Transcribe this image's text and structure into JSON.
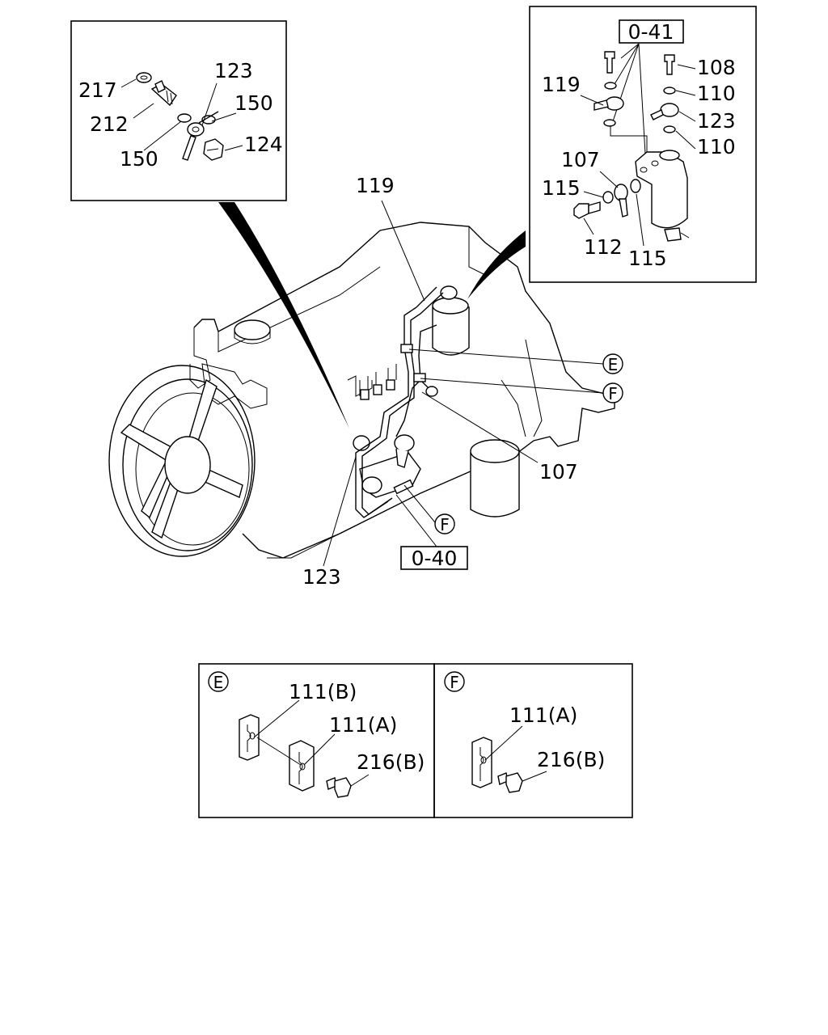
{
  "detail_top_left": {
    "labels": {
      "p217": "217",
      "p212": "212",
      "p123": "123",
      "p150a": "150",
      "p150b": "150",
      "p124": "124"
    }
  },
  "detail_top_right": {
    "ref": "0-41",
    "labels": {
      "p108": "108",
      "p110a": "110",
      "p119": "119",
      "p123": "123",
      "p110b": "110",
      "p107": "107",
      "p115a": "115",
      "p112": "112",
      "p115b": "115"
    }
  },
  "main": {
    "labels": {
      "p119": "119",
      "p107": "107",
      "p123": "123"
    },
    "marker_e": "E",
    "marker_f": "F",
    "marker_f2": "F",
    "ref": "0-40"
  },
  "detail_e": {
    "marker": "E",
    "labels": {
      "p111b": "111(B)",
      "p111a": "111(A)",
      "p216b": "216(B)"
    }
  },
  "detail_f": {
    "marker": "F",
    "labels": {
      "p111a": "111(A)",
      "p216b": "216(B)"
    }
  }
}
